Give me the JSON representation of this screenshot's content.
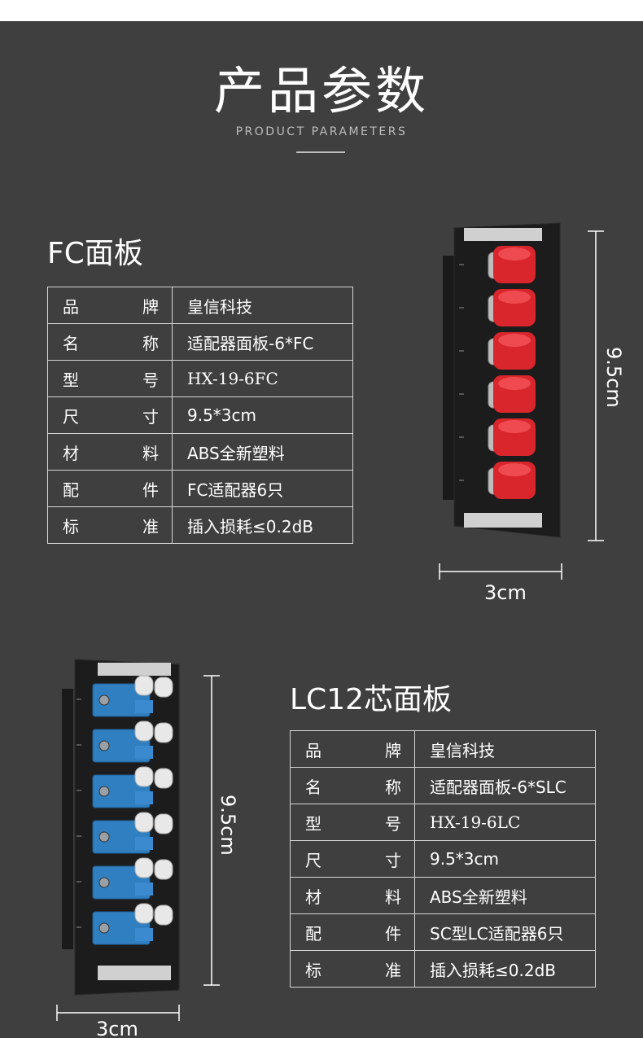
{
  "header": {
    "title": "产品参数",
    "subtitle": "PRODUCT PARAMETERS"
  },
  "fc": {
    "section_title": "FC面板",
    "specs": [
      {
        "key": "品 牌",
        "value": "皇信科技"
      },
      {
        "key": "名 称",
        "value": "适配器面板-6*FC"
      },
      {
        "key": "型 号",
        "value": "HX-19-6FC"
      },
      {
        "key": "尺 寸",
        "value": "9.5*3cm"
      },
      {
        "key": "材 料",
        "value": "ABS全新塑料"
      },
      {
        "key": "配 件",
        "value": "FC适配器6只"
      },
      {
        "key": "标 准",
        "value": "插入损耗≤0.2dB"
      }
    ],
    "height_label": "9.5cm",
    "width_label": "3cm"
  },
  "lc": {
    "section_title": "LC12芯面板",
    "specs": [
      {
        "key": "品 牌",
        "value": "皇信科技"
      },
      {
        "key": "名 称",
        "value": "适配器面板-6*SLC"
      },
      {
        "key": "型 号",
        "value": "HX-19-6LC"
      },
      {
        "key": "尺 寸",
        "value": "9.5*3cm"
      },
      {
        "key": "材 料",
        "value": "ABS全新塑料"
      },
      {
        "key": "配 件",
        "value": "SC型LC适配器6只"
      },
      {
        "key": "标 准",
        "value": "插入损耗≤0.2dB"
      }
    ],
    "height_label": "9.5cm",
    "width_label": "3cm"
  },
  "colors": {
    "background": "#3f3f3f",
    "fc_cap": "#d9262c",
    "lc_body": "#2f7fc1",
    "panel": "#1c1c1c"
  }
}
